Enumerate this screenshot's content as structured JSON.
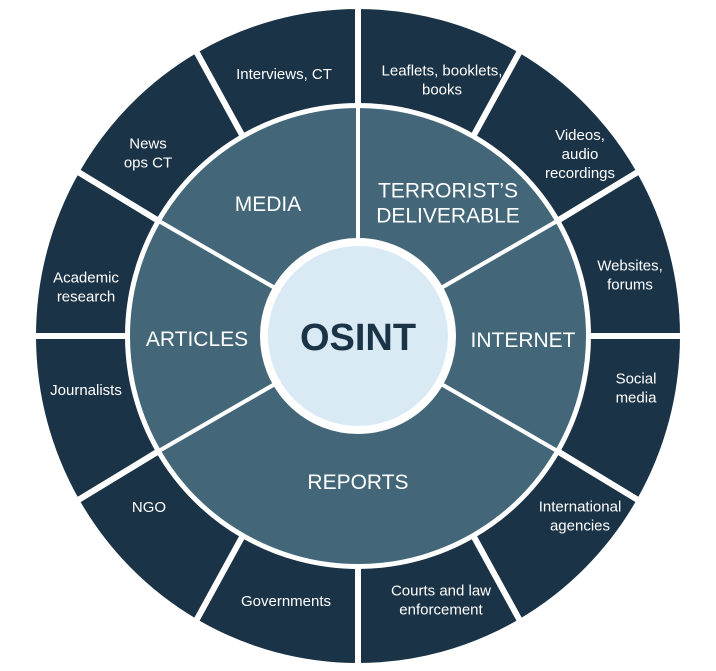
{
  "center": {
    "label": "OSINT"
  },
  "categories": [
    {
      "id": "media",
      "lines": [
        "MEDIA"
      ]
    },
    {
      "id": "terrorists-deliverable",
      "lines": [
        "TERRORIST’S",
        "DELIVERABLE"
      ]
    },
    {
      "id": "internet",
      "lines": [
        "INTERNET"
      ]
    },
    {
      "id": "reports",
      "lines": [
        "REPORTS"
      ]
    },
    {
      "id": "articles",
      "lines": [
        "ARTICLES"
      ]
    }
  ],
  "sources": [
    {
      "id": "interviews-ct",
      "lines": [
        "Interviews, CT"
      ]
    },
    {
      "id": "leaflets",
      "lines": [
        "Leaflets, booklets,",
        "books"
      ]
    },
    {
      "id": "videos",
      "lines": [
        "Videos,",
        "audio",
        "recordings"
      ]
    },
    {
      "id": "websites",
      "lines": [
        "Websites,",
        "forums"
      ]
    },
    {
      "id": "social-media",
      "lines": [
        "Social",
        "media"
      ]
    },
    {
      "id": "international-agencies",
      "lines": [
        "International",
        "agencies"
      ]
    },
    {
      "id": "courts",
      "lines": [
        "Courts and law",
        "enforcement"
      ]
    },
    {
      "id": "governments",
      "lines": [
        "Governments"
      ]
    },
    {
      "id": "ngo",
      "lines": [
        "NGO"
      ]
    },
    {
      "id": "journalists",
      "lines": [
        "Journalists"
      ]
    },
    {
      "id": "academic-research",
      "lines": [
        "Academic",
        "research"
      ]
    },
    {
      "id": "news-ops-ct",
      "lines": [
        "News",
        "ops CT"
      ]
    }
  ],
  "colors": {
    "outer_ring": "#1b3346",
    "middle_ring": "#436779",
    "center_disc": "#d9eaf5",
    "center_text": "#1b3346",
    "separator": "#ffffff"
  }
}
